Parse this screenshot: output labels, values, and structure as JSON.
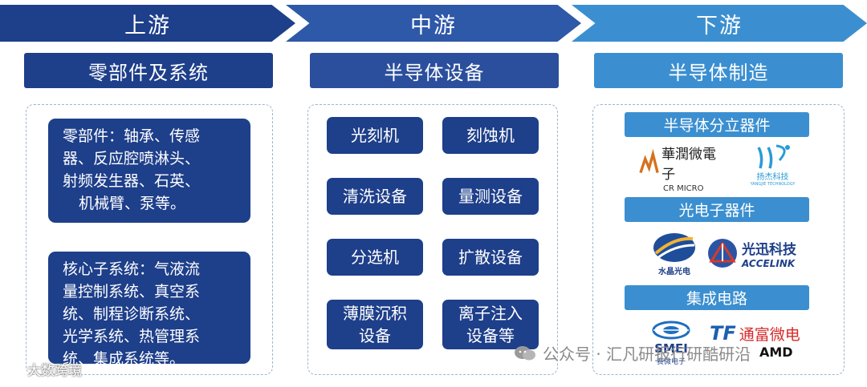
{
  "stages": [
    {
      "label": "上游"
    },
    {
      "label": "中游"
    },
    {
      "label": "下游"
    }
  ],
  "categories": [
    {
      "label": "零部件及系统"
    },
    {
      "label": "半导体设备"
    },
    {
      "label": "半导体制造"
    }
  ],
  "upstream": {
    "components": [
      "零部件：轴承、传感",
      "器、反应腔喷淋头、",
      "射频发生器、石英、",
      "机械臂、泵等。"
    ],
    "subsystems": [
      "核心子系统：气液流",
      "量控制系统、真空系",
      "统、制程诊断系统、",
      "光学系统、热管理系",
      "统、集成系统等。"
    ]
  },
  "midstream": {
    "equipment": [
      {
        "label": "光刻机"
      },
      {
        "label": "刻蚀机"
      },
      {
        "label": "清洗设备"
      },
      {
        "label": "量测设备"
      },
      {
        "label": "分选机"
      },
      {
        "label": "扩散设备"
      },
      {
        "line1": "薄膜沉积",
        "line2": "设备"
      },
      {
        "line1": "离子注入",
        "line2": "设备等"
      }
    ]
  },
  "downstream": {
    "groups": [
      {
        "label": "半导体分立器件",
        "logos": [
          {
            "text": "華潤微電子",
            "sub": "CR MICRO"
          },
          {
            "text": "扬杰科技",
            "sub": "YANGJIE TECHNOLOGY"
          }
        ]
      },
      {
        "label": "光电子器件",
        "logos": [
          {
            "text": "水晶光电"
          },
          {
            "text": "光迅科技",
            "sub": "ACCELINK"
          }
        ]
      },
      {
        "label": "集成电路",
        "logos": [
          {
            "text": "SMEI",
            "sub": "赛微电子"
          },
          {
            "text": "通富微电",
            "sub": "AMD"
          }
        ]
      }
    ]
  },
  "watermarks": {
    "wechat": "公众号 · 汇凡研报行研酷研沿",
    "brand": "大数跨境"
  },
  "colors": {
    "dark_blue": "#1e3f8a",
    "mid_blue": "#2e58a8",
    "light_blue": "#3b8fd0",
    "panel_border": "#9fb3cf"
  }
}
